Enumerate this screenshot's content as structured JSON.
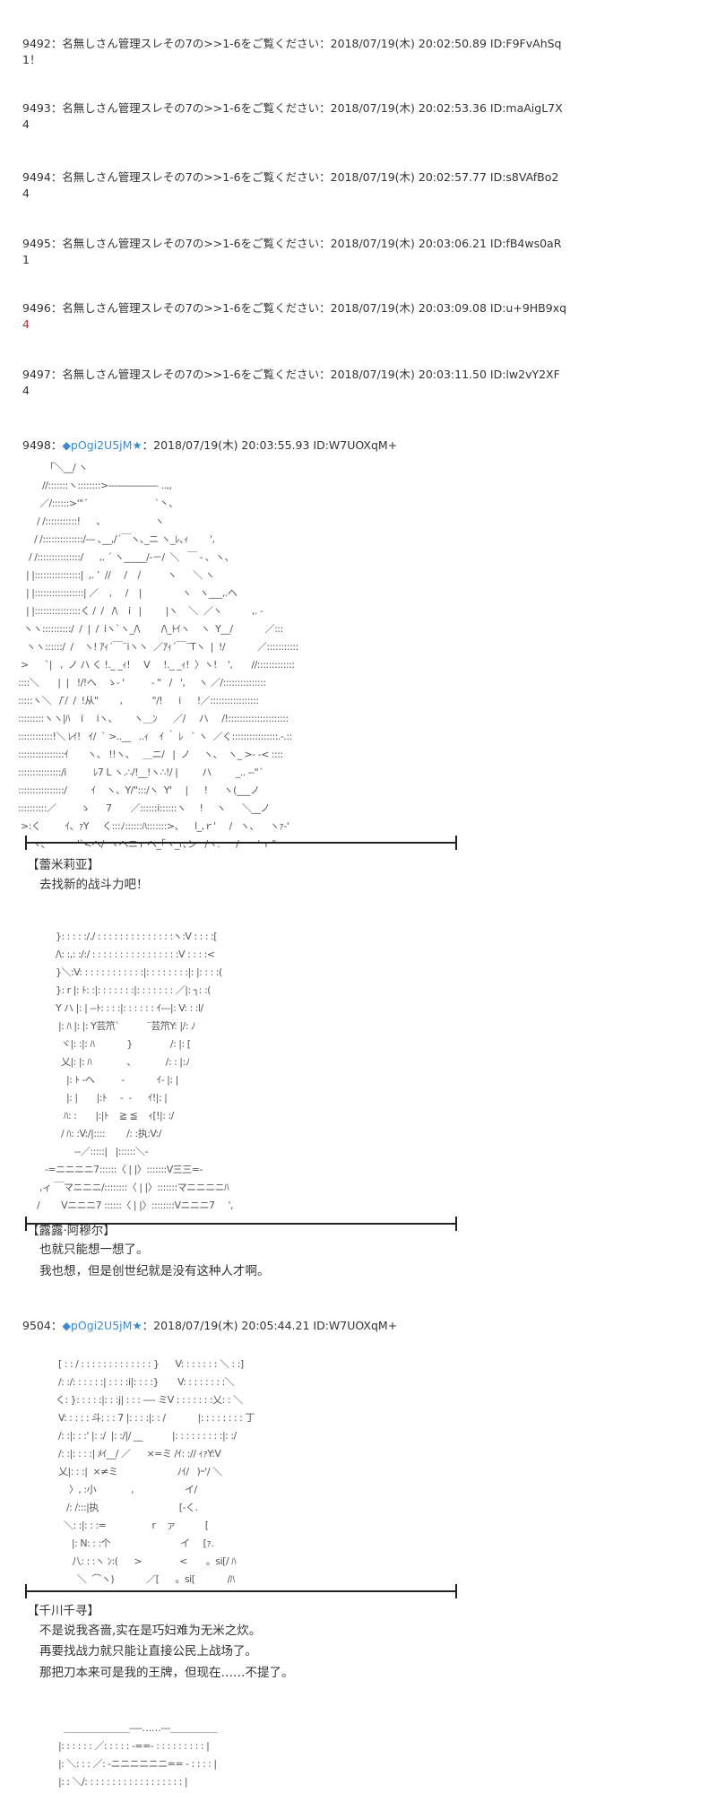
{
  "colors": {
    "text": "#333333",
    "trip": "#3a8ad6",
    "red_value": "#b8303c"
  },
  "posts": [
    {
      "header": "9492：名無しさん管理スレその7の>>1-6をご覧ください：2018/07/19(木) 20:02:50.89 ID:F9FvAhSq",
      "body": "1！"
    },
    {
      "header": "9493：名無しさん管理スレその7の>>1-6をご覧ください：2018/07/19(木) 20:02:53.36 ID:maAigL7X",
      "body": "4"
    },
    {
      "header": "9494：名無しさん管理スレその7の>>1-6をご覧ください：2018/07/19(木) 20:02:57.77 ID:s8VAfBo2",
      "body": "4"
    },
    {
      "header": "9495：名無しさん管理スレその7の>>1-6をご覧ください：2018/07/19(木) 20:03:06.21 ID:fB4ws0aR",
      "body": "1"
    },
    {
      "header": "9496：名無しさん管理スレその7の>>1-6をご覧ください：2018/07/19(木) 20:03:09.08 ID:u+9HB9xq",
      "body": "4"
    },
    {
      "header": "9497：名無しさん管理スレその7の>>1-6をご覧ください：2018/07/19(木) 20:03:11.50 ID:lw2vY2XF",
      "body": "4"
    }
  ],
  "op_posts": [
    {
      "number": "9498：",
      "trip": "◆pOgi2U5jM",
      "star": "★",
      "rest": "：2018/07/19(木) 20:03:55.93 ID:W7UOXqM+"
    },
    {
      "number": "9504：",
      "trip": "◆pOgi2U5jM",
      "star": "★",
      "rest": "：2018/07/19(木) 20:05:44.21 ID:W7UOXqM+"
    }
  ],
  "aa": [
    [
      "          「＼__/ ヽ",
      "         //:::::::ヽ::::::::>‐‐‐‐―――‐‐‐ ..,,",
      "        ／/::::::>'\"´                         `丶、",
      "       / /:::::::::::!      ､                    ヽ",
      "      / /::::::::::::::/‐‐‐ ､__,/´￣ヽ､_ニ ヽ_ﾚ､ｨ        ',",
      "    / /:::::::::::::::/      ,. ´ ヽ_____/‐－/  ＼   ￣ ‐ ､  ヽ、",
      "   | |::::::::::::::::|  ,. ’  //     /    /          ヽ      ＼ ヽ",
      "   | |:::::::::::::::::| ／    ,     /    |               ヽ   ヽ___,.ヘ",
      "   | |::::::::::::::::く /  /   /\\    i   |         |ヽ    ＼  ／ヽ           ,. ‐",
      "  ヽヽ::::::::::/  /  |  /  iヽ`ヽ_/\\        /\\_ﾄｲヽ    ヽ  Y__/            ／:::",
      "   ヽヽ::::::/  /    ヽ! ｱｨ´￣¨iヽヽ  ／ｱｨ´￣¨Tヽ  |  !/            ／:::::::::::",
      " >      `|   ,  ノ ハ く !._ _ｨ!     V     !._ _ｨ!  〉ヽ!    ',       //:::::::::::::",
      "::::＼       |  |   !/!ヘ    ゝ‐ '          ‐ \"   /   ',     ヽ ／/:::::::::::::::",
      ":::::ヽ＼   / ̄/  /  !从\"        ,           \"/!      i      !／:::::::::::::::::",
      ":::::::::ヽヽ|ﾊ    i     iヽ、      ヽ＿ﾝ      ／/     ハ     /!:::::::::::::::::::::",
      "::::::::::::!＼ ﾚｲ!   ｲ/  ` >..__   ..ｨ    ｲ ｀ ﾚ   ` ヽ  ／く::::::::::::::::.-.::",
      "::::::::::::::::ｲ       ヽ、 !!ヽ、   ＿ニ/   |  ノ     ヽ、  ヽ_ >‐ ‐< ::::",
      ":::::::::::::::/i          ﾚ7 L ヽ.∴/!__!ヽ∴!/ |         ハ         _.. -‐\"´",
      "::::::::::::::::/         ｲ    ヽ、Y/\":::/ヽ  Y'     |      !      ヽ(___ノ",
      "::::::::::／         ゝ      7       ／::::::i::::::ヽ     !     ヽ      ＼__ノ",
      " >:く         ｲ、ｧY     く:::ﾉ::::::ﾊ:::::::>、    l_,ｒ'     /   ヽ、    ヽｧ‐'",
      "     ヽ、          '`<ヘ/  ヽヘニｒヘ_｢ヽ_r､ン   /ヽ.      /       ' ｒ\""
    ],
    [
      "              }: : : : :/./ : : : : : : : : : : : : : :ヽ:V : : : :[",
      "              /\\: :,: :/:/ : : : : : : : : : : : : : : : :V : : : :<",
      "              }＼:V: : : : : : : : : : : :|: : : : : : : :|: |: : : :(",
      "              }: r |: ﾄ: :|: : : : : : :|: : : : : : : ／|: ┐: :(",
      "              Y ハ |: | ‐‐ﾄ: : : :|: : : : : : ｲ‐‐‐|: V: : :l/",
      "               |: ﾊ |: |: Y芸笊`          ¨芸笊Y: |/: ﾉ",
      "                ヾ|: :|: ﾊ            }              /: |: [",
      "                乂|: |: ﾊ             、           /: : |:ﾉ",
      "                  |: ﾄ ‐へ          -            ｲ‐ |: |",
      "                  |: |       |:ﾄ     ‐  ‐      ｲ!|: |",
      "                 ﾊ: :       |:|ﾄ    ≧ ≦    ｨ[!|: :/",
      "                / ﾊ: :V:/|::::        /: :执:V:/",
      "                     ‐‐／:::::|   |::::::＼‐",
      "          ‐=ニニニニ7::::::〈 | |〉:::::::V三三=‐",
      "        ,ィ ￣マニニニ/::::::::〈 | |〉:::::::マニニニニﾊ",
      "       /        Vニニニ7 ::::::〈 | |〉::::::::Vニニニ7     ',"
    ],
    [
      "               [ : : / : : : : : : : : : : : : : }      V: : : : : : : ＼ : :]",
      "               /: :/: : : : : :| : : : :i|: : : :}       V: : : : : : : :＼",
      "              く: }: : : : :|: : :j| : : : ‐‐‐‐ ミV : : : : : : :乂: : ＼",
      "               V: : : : : 斗: : : 7 |: : : :|: : /            |: : : : : : : : 丁",
      "               /: :|: : :' |: :/  |: :/|/ __           |: : : : : : : : :|: :/",
      "               /: :|: : : :| ﾒｲ__/ ／      ×=ミ /ｲ: :// ｨｧY:V",
      "               乂|: : :|  ×≠ミ                      ﾉｲ/   )ｰ'/ ＼",
      "                   〉, :小             ,                   イ/",
      "                  /: /:::|执                              [‐く.",
      "                 ＼: :|: : :=                 r    ァ           [",
      "                    |: N: : :个                          イ     [ｧ.",
      "                    八: : :ヽ ﾝ:(      >              <       。si[/ ﾊ",
      "                      ＼  ⌒ヽ)            ／[      。si[            /ﾊ"
    ],
    [
      "                 ＿＿＿＿＿＿＿―‐……‐‐‐＿＿＿＿＿",
      "               |: : : : : : ／: : : : : -==‐ : : : : : : : : : |",
      "               |: ＼: : : ／: ‐ニニニニニニ== ‐ : : : : |",
      "               |: : ＼/: : : : : : : : : : : : : : : : : : |"
    ]
  ],
  "dialogues": [
    {
      "speaker": "【蕾米莉亚】",
      "lines": [
        "去找新的战斗力吧！"
      ]
    },
    {
      "speaker": "【露露·阿穆尔】",
      "lines": [
        "也就只能想一想了。",
        "我也想，但是创世纪就是没有这种人才啊。"
      ]
    },
    {
      "speaker": "【千川千寻】",
      "lines": [
        "不是说我吝啬,实在是巧妇难为无米之炊。",
        "再要找战力就只能让直接公民上战场了。",
        "那把刀本来可是我的王牌，但现在……不提了。"
      ]
    }
  ]
}
